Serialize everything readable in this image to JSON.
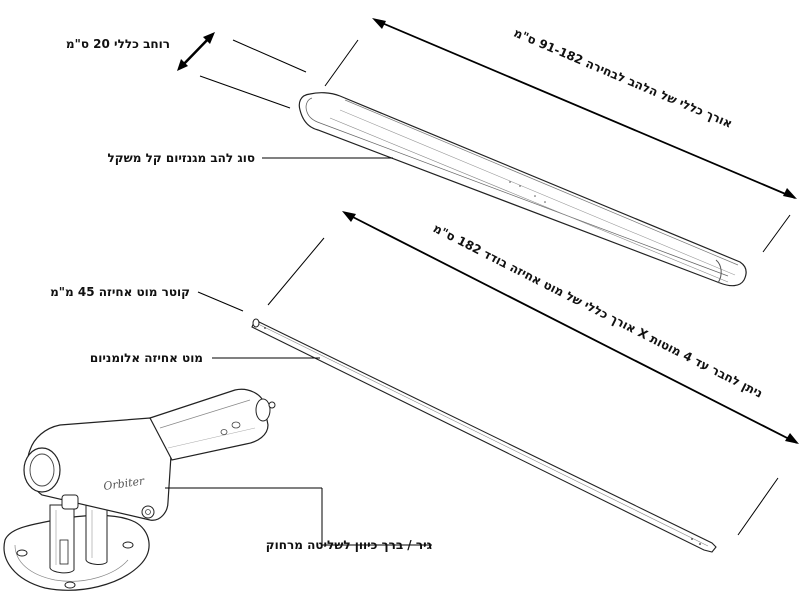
{
  "labels": {
    "width": "רוחב כללי 20 ס\"מ",
    "blade_length": "אורך כללי של הלהב לבחירה 91-182 ס\"מ",
    "blade_type": "סוג להב מגנזיום קל משקל",
    "rod_diameter": "קוטר מוט אחיזה 45 מ\"מ",
    "rod_material": "מוט אחיזה אלומניום",
    "rod_length": "אורך כללי של מוט אחיזה בודד 182 ס\"מ X ניתן לחבר עד 4 מוטות",
    "gear": "גיר / ברך כיוון לשליטה מרחוק",
    "brand": "Orbiter"
  }
}
